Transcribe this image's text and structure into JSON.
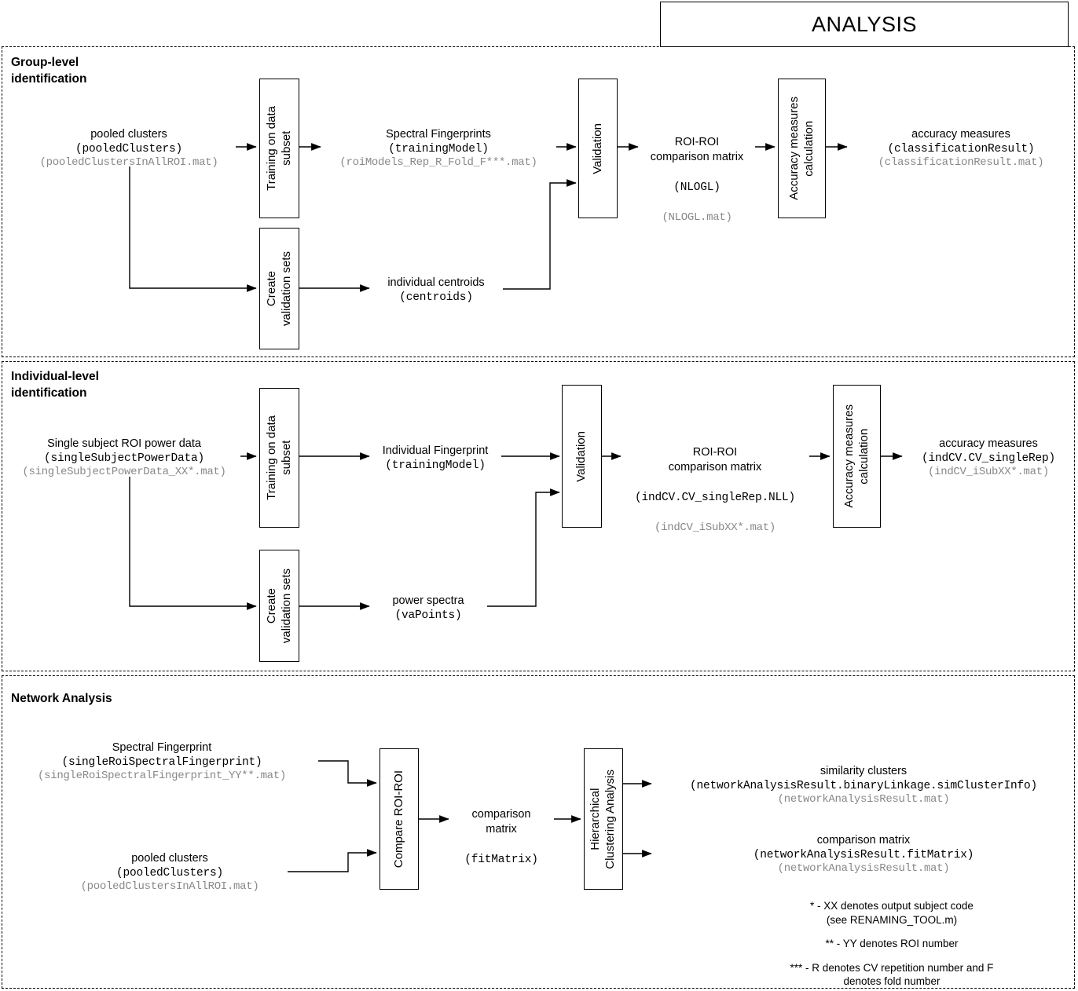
{
  "title_box": {
    "label": "ANALYSIS"
  },
  "sections": [
    {
      "id": "group",
      "heading": "Group-level\nidentification"
    },
    {
      "id": "individual",
      "heading": "Individual-level\n  identification"
    },
    {
      "id": "network",
      "heading": "Network Analysis"
    }
  ],
  "group": {
    "input": {
      "l1": "pooled clusters",
      "l2": "(pooledClusters)",
      "l3": "(pooledClustersInAllROI.mat)"
    },
    "training_box": "Training on data\nsubset",
    "fingerprints": {
      "l1": "Spectral Fingerprints",
      "l2": "(trainingModel)",
      "l3": "(roiModels_Rep_R_Fold_F***.mat)"
    },
    "validation_box": "Validation",
    "create_validation_box": "Create\nvalidation sets",
    "centroids": {
      "l1": "individual centroids",
      "l2": "(centroids)",
      "l3": ""
    },
    "nlogl": {
      "l1": "ROI-ROI\ncomparison matrix",
      "l2": "(NLOGL)",
      "l3": "(NLOGL.mat)"
    },
    "accuracy_box": "Accuracy measures\ncalculation",
    "accuracy_out": {
      "l1": "accuracy measures",
      "l2": "(classificationResult)",
      "l3": "(classificationResult.mat)"
    }
  },
  "individual": {
    "input": {
      "l1": "Single subject ROI power data",
      "l2": "(singleSubjectPowerData)",
      "l3": "(singleSubjectPowerData_XX*.mat)"
    },
    "training_box": "Training on data\nsubset",
    "fingerprint": {
      "l1": "Individual Fingerprint",
      "l2": "(trainingModel)",
      "l3": ""
    },
    "validation_box": "Validation",
    "create_validation_box": "Create\nvalidation sets",
    "power_spectra": {
      "l1": "power spectra",
      "l2": "(vaPoints)",
      "l3": ""
    },
    "comparison": {
      "l1": "ROI-ROI\ncomparison matrix",
      "l2": "(indCV.CV_singleRep.NLL)",
      "l3": "(indCV_iSubXX*.mat)"
    },
    "accuracy_box": "Accuracy measures\ncalculation",
    "accuracy_out": {
      "l1": "accuracy measures",
      "l2": "(indCV.CV_singleRep)",
      "l3": "(indCV_iSubXX*.mat)"
    }
  },
  "network": {
    "fingerprint_in": {
      "l1": "Spectral Fingerprint",
      "l2": "(singleRoiSpectralFingerprint)",
      "l3": "(singleRoiSpectralFingerprint_YY**.mat)"
    },
    "pooled_in": {
      "l1": "pooled clusters",
      "l2": "(pooledClusters)",
      "l3": "(pooledClustersInAllROI.mat)"
    },
    "compare_box": "Compare ROI-ROI",
    "fit_matrix": {
      "l1": "comparison\nmatrix",
      "l2": "(fitMatrix)",
      "l3": ""
    },
    "hca_box": "Hierarchical\nClustering Analysis",
    "sim_clusters": {
      "l1": "similarity clusters",
      "l2": "(networkAnalysisResult.binaryLinkage.simClusterInfo)",
      "l3": "(networkAnalysisResult.mat)"
    },
    "comparison_matrix_out": {
      "l1": "comparison matrix",
      "l2": "(networkAnalysisResult.fitMatrix)",
      "l3": "(networkAnalysisResult.mat)"
    }
  },
  "footnotes": [
    "* - XX denotes output subject code\n(see RENAMING_TOOL.m)",
    "** - YY denotes ROI number",
    "*** - R denotes CV repetition number and F\ndenotes fold number"
  ],
  "colors": {
    "stroke": "#000000",
    "muted_text": "#888888",
    "background": "#ffffff"
  }
}
